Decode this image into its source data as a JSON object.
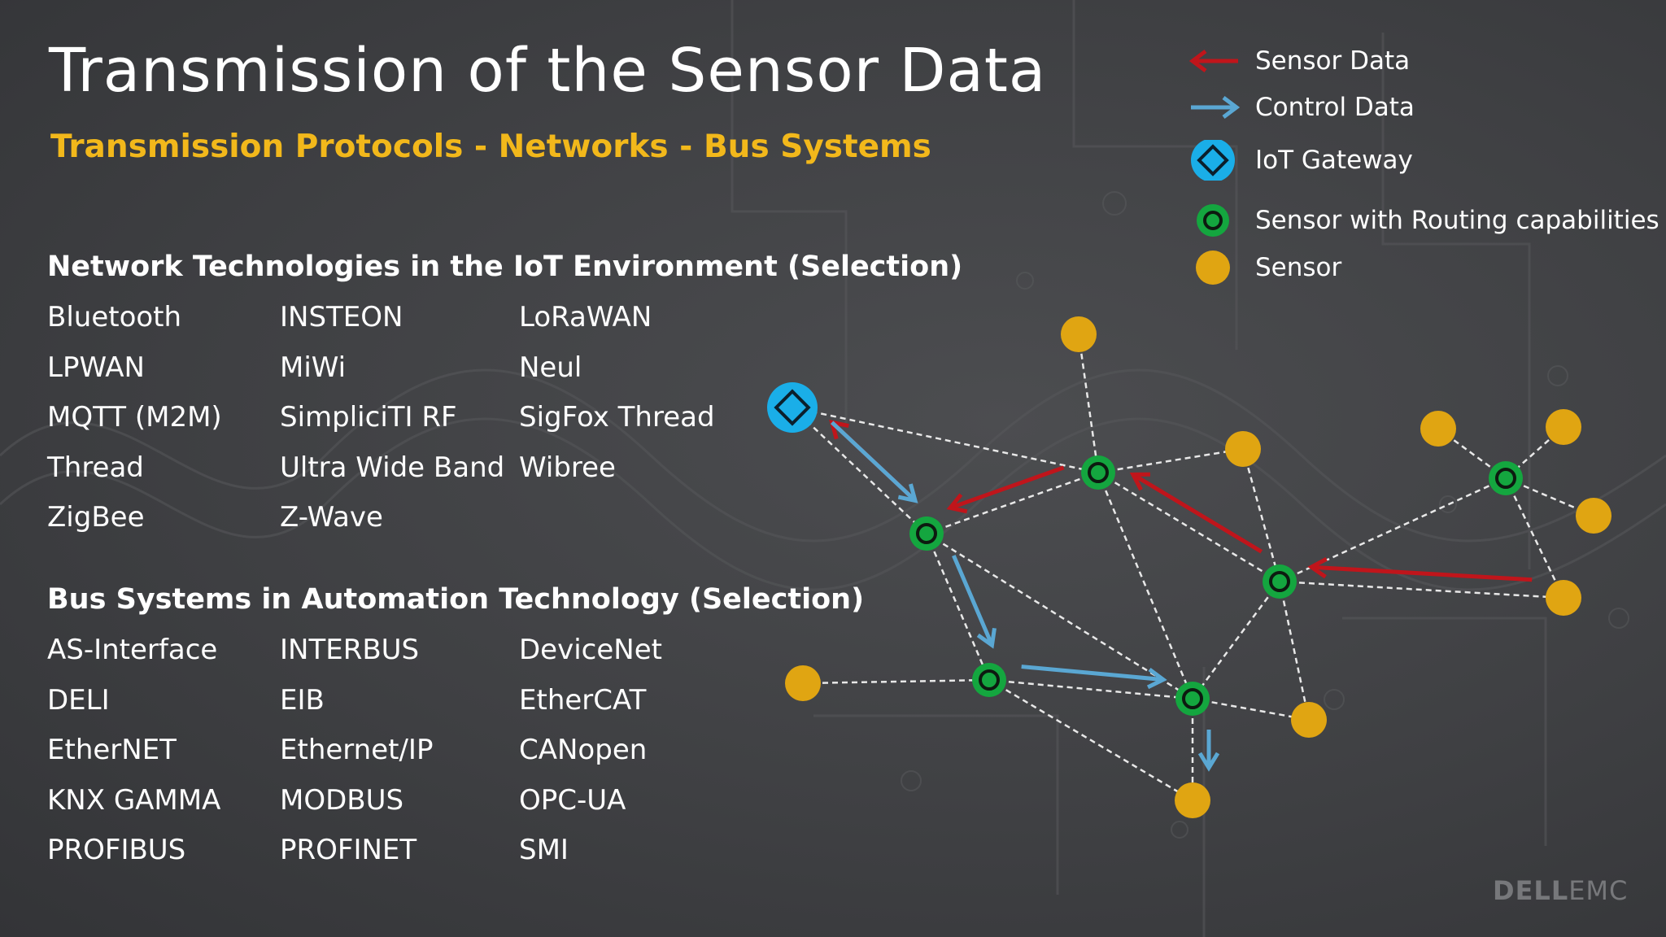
{
  "title": "Transmission of the Sensor Data",
  "subtitle": "Transmission Protocols - Networks - Bus Systems",
  "network_section": {
    "heading": "Network Technologies in the IoT Environment (Selection)",
    "items": [
      "Bluetooth",
      "INSTEON",
      "LoRaWAN",
      "LPWAN",
      "MiWi",
      "Neul",
      "MQTT (M2M)",
      "SimpliciTI RF",
      "SigFox Thread",
      "Thread",
      "Ultra Wide Band",
      "Wibree",
      "ZigBee",
      "Z-Wave"
    ]
  },
  "bus_section": {
    "heading": "Bus Systems in Automation Technology (Selection)",
    "items": [
      "AS-Interface",
      "INTERBUS",
      "DeviceNet",
      "DELI",
      "EIB",
      "EtherCAT",
      "EtherNET",
      "Ethernet/IP",
      "CANopen",
      "KNX GAMMA",
      "MODBUS",
      "OPC-UA",
      "PROFIBUS",
      "PROFINET",
      "SMI"
    ]
  },
  "legend": [
    {
      "symbol": "sensor-data-arrow",
      "label": "Sensor Data"
    },
    {
      "symbol": "control-data-arrow",
      "label": "Control Data"
    },
    {
      "symbol": "gateway",
      "label": "IoT Gateway"
    },
    {
      "symbol": "router",
      "label": "Sensor with Routing capabilities"
    },
    {
      "symbol": "sensor",
      "label": "Sensor"
    }
  ],
  "colors": {
    "sensor_data": "#c0151b",
    "control_data": "#5aa7d3",
    "gateway": "#1aaee8",
    "router": "#14a63f",
    "sensor": "#e0a512",
    "subtitle": "#f2b81b"
  },
  "network": {
    "nodes": [
      {
        "id": "G",
        "type": "gateway"
      },
      {
        "id": "R1",
        "type": "router"
      },
      {
        "id": "R2",
        "type": "router"
      },
      {
        "id": "R3",
        "type": "router"
      },
      {
        "id": "R4",
        "type": "router"
      },
      {
        "id": "R5",
        "type": "router"
      },
      {
        "id": "R6",
        "type": "router"
      },
      {
        "id": "S1",
        "type": "sensor"
      },
      {
        "id": "S2",
        "type": "sensor"
      },
      {
        "id": "S3",
        "type": "sensor"
      },
      {
        "id": "S4",
        "type": "sensor"
      },
      {
        "id": "S5",
        "type": "sensor"
      },
      {
        "id": "S6",
        "type": "sensor"
      },
      {
        "id": "S7",
        "type": "sensor"
      },
      {
        "id": "S8",
        "type": "sensor"
      },
      {
        "id": "S9",
        "type": "sensor"
      }
    ],
    "links": [
      [
        "G",
        "R2"
      ],
      [
        "G",
        "R1"
      ],
      [
        "S1",
        "R2"
      ],
      [
        "R2",
        "S2"
      ],
      [
        "R2",
        "R1"
      ],
      [
        "R2",
        "R3"
      ],
      [
        "R1",
        "R5"
      ],
      [
        "R1",
        "R4"
      ],
      [
        "R2",
        "R5"
      ],
      [
        "S2",
        "R3"
      ],
      [
        "R3",
        "R6"
      ],
      [
        "R3",
        "S9"
      ],
      [
        "R3",
        "R5"
      ],
      [
        "R3",
        "S7"
      ],
      [
        "S4",
        "R6"
      ],
      [
        "S5",
        "R6"
      ],
      [
        "R6",
        "S6"
      ],
      [
        "R6",
        "S7"
      ],
      [
        "S3",
        "R4"
      ],
      [
        "R4",
        "R5"
      ],
      [
        "R4",
        "S8"
      ],
      [
        "R5",
        "S9"
      ],
      [
        "R5",
        "S8"
      ]
    ],
    "flows": [
      {
        "kind": "sensor_data",
        "from": "R1",
        "to": "G"
      },
      {
        "kind": "sensor_data",
        "from": "R2",
        "to": "R1"
      },
      {
        "kind": "sensor_data",
        "from": "R3",
        "to": "R2"
      },
      {
        "kind": "sensor_data",
        "from": "S7",
        "to": "R3"
      },
      {
        "kind": "control_data",
        "from": "G",
        "to": "R1"
      },
      {
        "kind": "control_data",
        "from": "R1",
        "to": "R4"
      },
      {
        "kind": "control_data",
        "from": "R4",
        "to": "R5"
      },
      {
        "kind": "control_data",
        "from": "R5",
        "to": "S8"
      }
    ]
  },
  "logo": {
    "brand": "D",
    "brand_bold": "ELL",
    "brand_light": "EMC"
  }
}
